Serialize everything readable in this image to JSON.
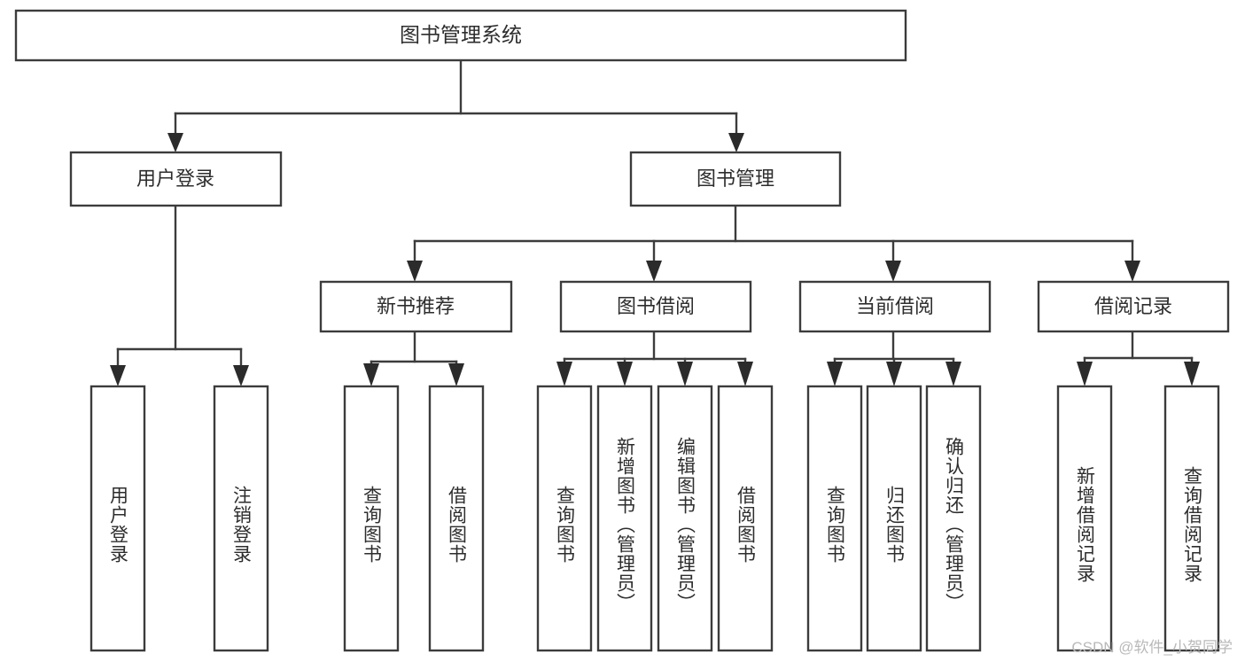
{
  "diagram": {
    "title": "图书管理系统",
    "type": "hierarchy-tree",
    "background_color": "#ffffff",
    "box_stroke_color": "#3c3c3c",
    "text_color": "#2d2d2d",
    "levels": 4,
    "root": {
      "label": "图书管理系统"
    },
    "level2": [
      {
        "label": "用户登录"
      },
      {
        "label": "图书管理"
      }
    ],
    "level3": [
      {
        "label": "新书推荐"
      },
      {
        "label": "图书借阅"
      },
      {
        "label": "当前借阅"
      },
      {
        "label": "借阅记录"
      }
    ],
    "leaves": {
      "user_login": [
        {
          "label": "用户登录"
        },
        {
          "label": "注销登录"
        }
      ],
      "new_book_recommend": [
        {
          "label": "查询图书"
        },
        {
          "label": "借阅图书"
        }
      ],
      "book_borrow": [
        {
          "label": "查询图书"
        },
        {
          "label": "新增图书（管理员）"
        },
        {
          "label": "编辑图书（管理员）"
        },
        {
          "label": "借阅图书"
        }
      ],
      "current_borrow": [
        {
          "label": "查询图书"
        },
        {
          "label": "归还图书"
        },
        {
          "label": "确认归还（管理员）"
        }
      ],
      "borrow_record": [
        {
          "label": "新增借阅记录"
        },
        {
          "label": "查询借阅记录"
        }
      ]
    }
  },
  "watermark": {
    "text": "CSDN @软件_小贺同学"
  }
}
